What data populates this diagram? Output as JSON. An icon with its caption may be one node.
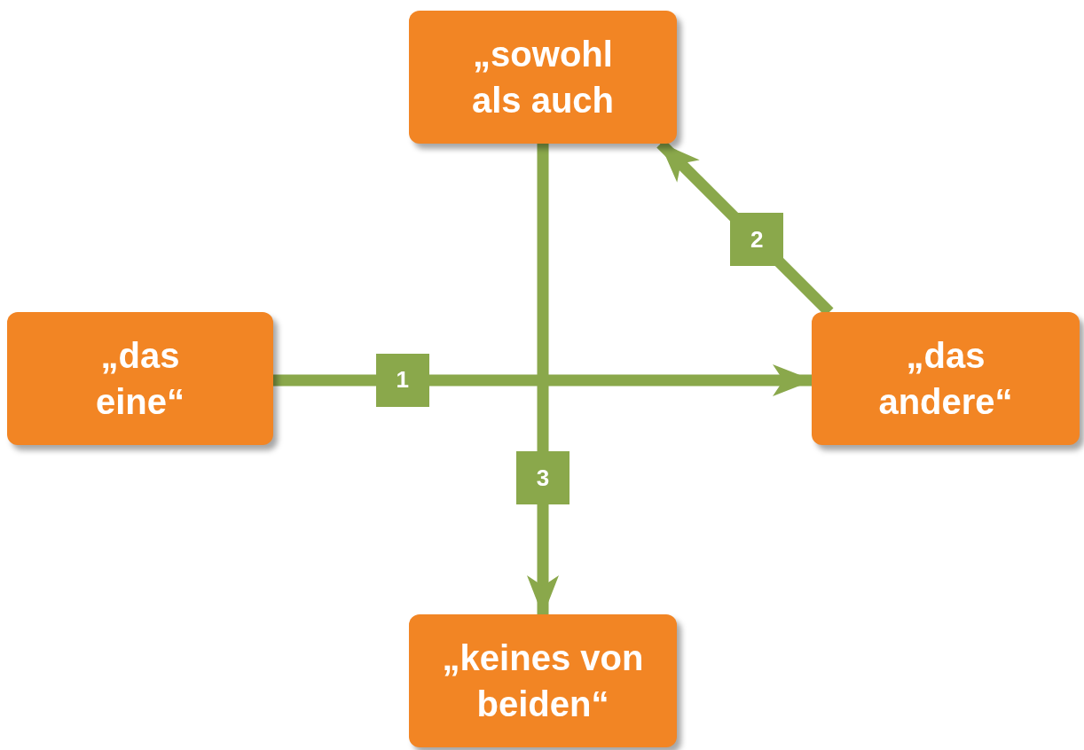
{
  "diagram": {
    "nodes": [
      {
        "text": [
          "„sowohl als auch"
        ]
      },
      {
        "text": [
          "„das eine“"
        ]
      },
      {
        "text": [
          "„das andere“"
        ]
      },
      {
        "text": [
          "„keines von beiden“"
        ]
      }
    ],
    "edges": [
      {
        "from": 1,
        "to": 2,
        "arrow": "to",
        "label": "1"
      },
      {
        "from": 2,
        "to": 0,
        "arrow": "to",
        "label": "2"
      },
      {
        "from": 0,
        "to": 3,
        "arrow": "to",
        "label": "3"
      }
    ]
  }
}
